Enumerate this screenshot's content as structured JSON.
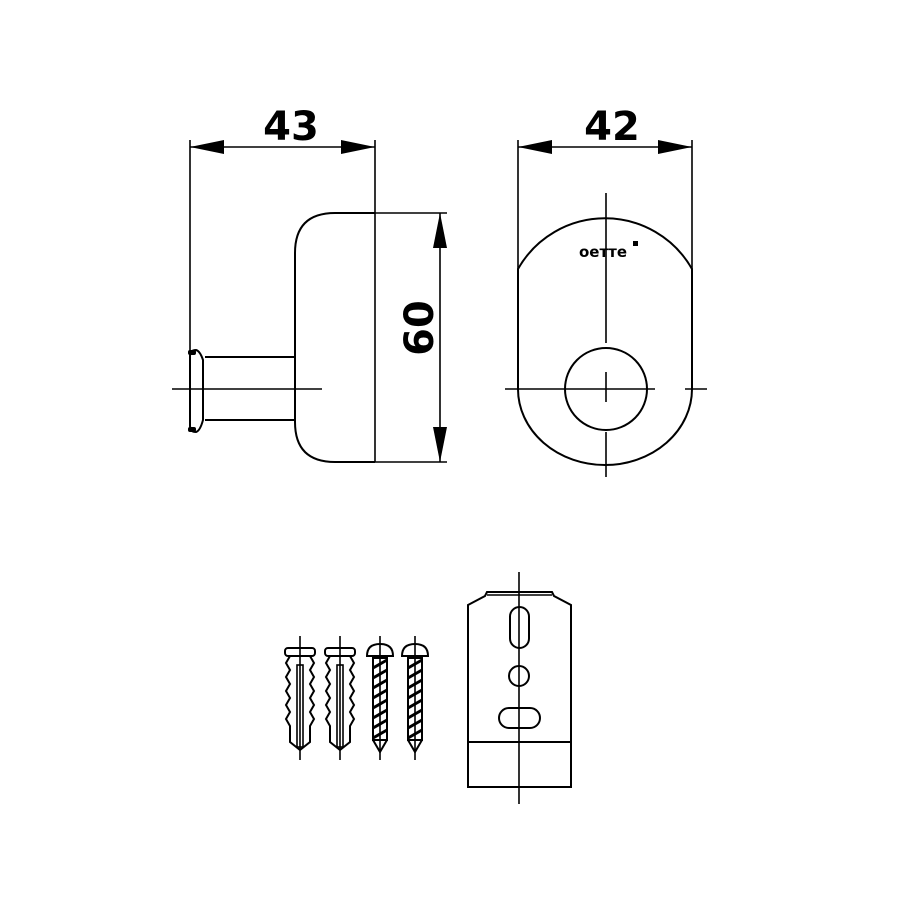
{
  "drawing": {
    "views": {
      "side": {
        "dimension_width": {
          "label": "43"
        },
        "dimension_height": {
          "label": "60"
        }
      },
      "front": {
        "dimension_width": {
          "label": "42"
        },
        "logo": {
          "text": "cotto",
          "render_text": "oeттe"
        }
      },
      "mounting_bracket": {
        "label": ""
      },
      "fixings": {
        "wall_plugs": 2,
        "screws": 2
      }
    },
    "colors": {
      "line": "#000000",
      "background": "#ffffff"
    }
  }
}
